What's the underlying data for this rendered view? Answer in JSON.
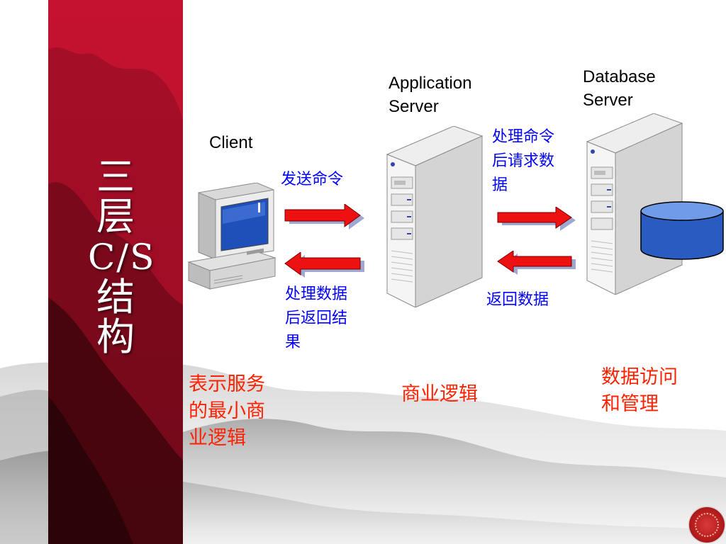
{
  "slide": {
    "title_lines": [
      "三",
      "层",
      "C/S",
      "结",
      "构"
    ]
  },
  "nodes": {
    "client": "Client",
    "app_server_line1": "Application",
    "app_server_line2": "Server",
    "db_server_line1": "Database",
    "db_server_line2": "Server"
  },
  "arrows": {
    "send_command": "发送命令",
    "process_request_lines": [
      "处理命令",
      "后请求数",
      "据"
    ],
    "return_data": "返回数据",
    "process_return_lines": [
      "处理数据",
      "后返回结",
      "果"
    ]
  },
  "tiers": {
    "presentation_lines": [
      "表示服务",
      "的最小商",
      "业逻辑"
    ],
    "business": "商业逻辑",
    "data_lines": [
      "数据访问",
      "和管理"
    ]
  },
  "colors": {
    "band_red": "#c41230",
    "label_blue": "#0000ff",
    "tier_red": "#ff2200",
    "arrow_red": "#ee1111",
    "db_blue": "#3366cc"
  }
}
